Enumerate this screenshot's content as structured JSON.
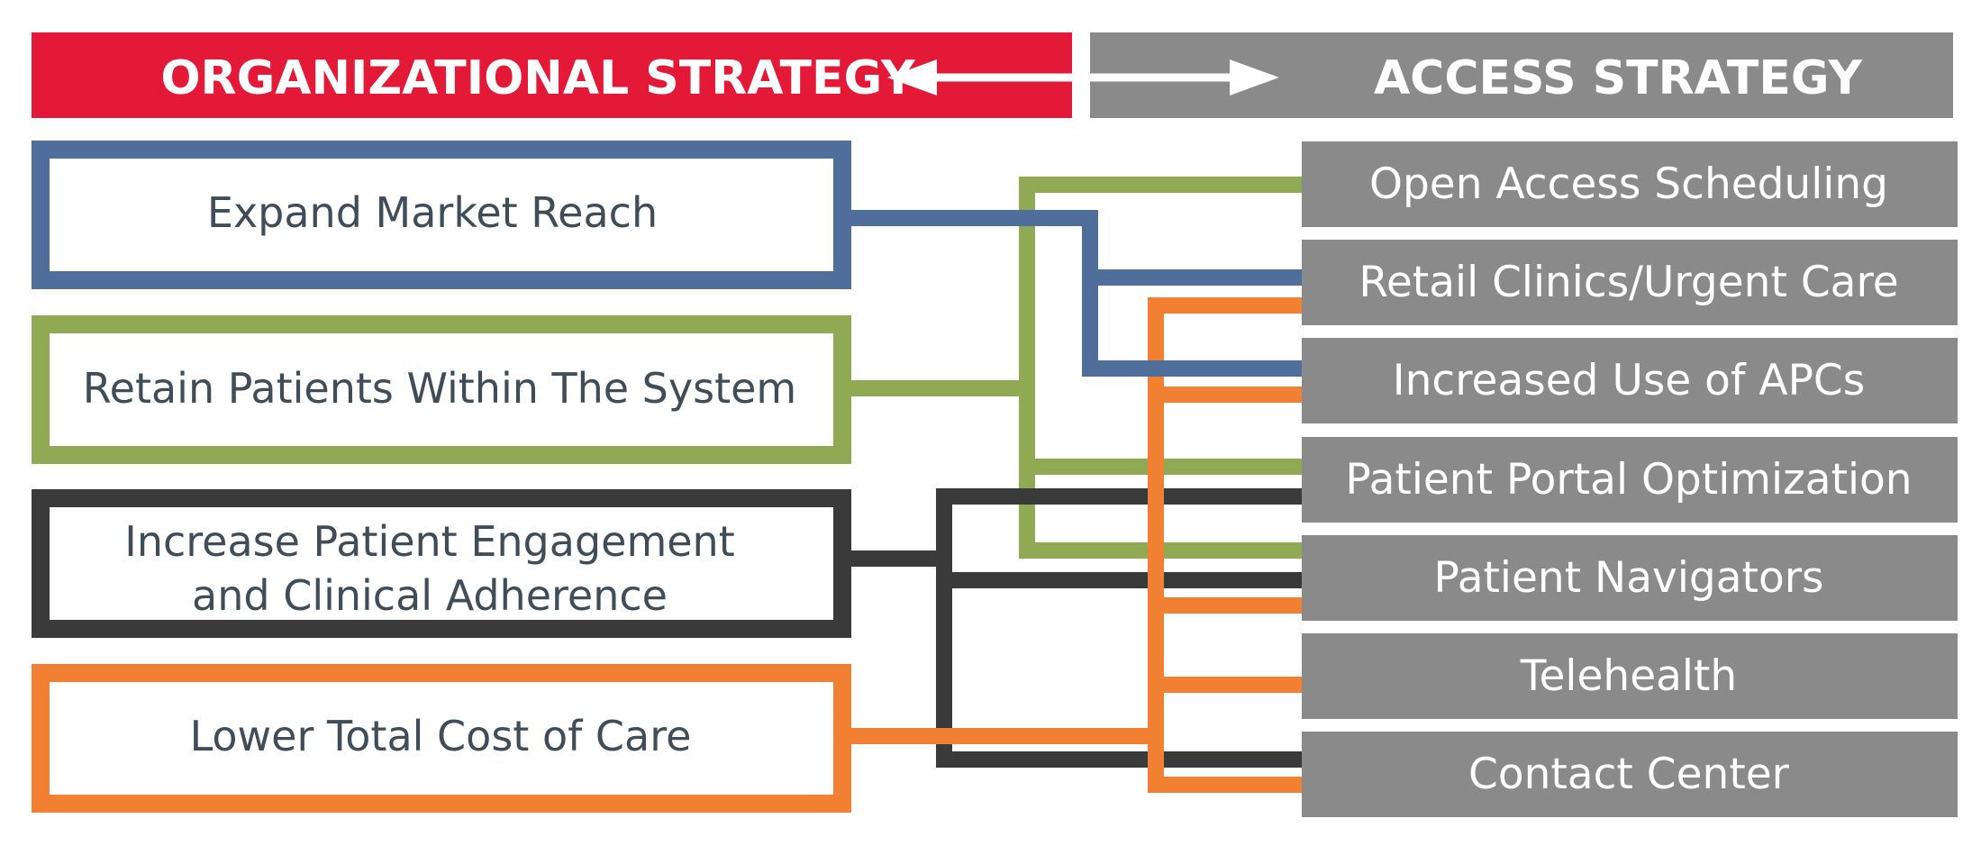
{
  "colors": {
    "red": "#e31937",
    "gray": "#8a8a8a",
    "blue": "#4f6e9c",
    "green": "#8faa52",
    "dark": "#3a3a3a",
    "orange": "#f28032",
    "label_text": "#3f4d59"
  },
  "header": {
    "left_title": "ORGANIZATIONAL STRATEGY",
    "right_title": "ACCESS STRATEGY",
    "arrow_icon": "double-arrow-icon"
  },
  "organizational": [
    {
      "lines": [
        "Expand Market Reach"
      ],
      "color": "#4f6e9c"
    },
    {
      "lines": [
        "Retain Patients Within The System"
      ],
      "color": "#8faa52"
    },
    {
      "lines": [
        "Increase Patient Engagement",
        "and Clinical Adherence"
      ],
      "color": "#3a3a3a"
    },
    {
      "lines": [
        "Lower Total Cost of Care"
      ],
      "color": "#f28032"
    }
  ],
  "access": [
    "Open Access Scheduling",
    "Retail Clinics/Urgent Care",
    "Increased Use of APCs",
    "Patient Portal Optimization",
    "Patient Navigators",
    "Telehealth",
    "Contact Center"
  ],
  "connections": [
    {
      "from": "Expand Market Reach",
      "to": [
        "Retail Clinics/Urgent Care",
        "Increased Use of APCs"
      ]
    },
    {
      "from": "Retain Patients Within The System",
      "to": [
        "Open Access Scheduling",
        "Patient Portal Optimization",
        "Patient Navigators"
      ]
    },
    {
      "from": "Increase Patient Engagement and Clinical Adherence",
      "to": [
        "Patient Portal Optimization",
        "Patient Navigators",
        "Contact Center"
      ]
    },
    {
      "from": "Lower Total Cost of Care",
      "to": [
        "Retail Clinics/Urgent Care",
        "Increased Use of APCs",
        "Patient Navigators",
        "Telehealth",
        "Contact Center"
      ]
    }
  ]
}
